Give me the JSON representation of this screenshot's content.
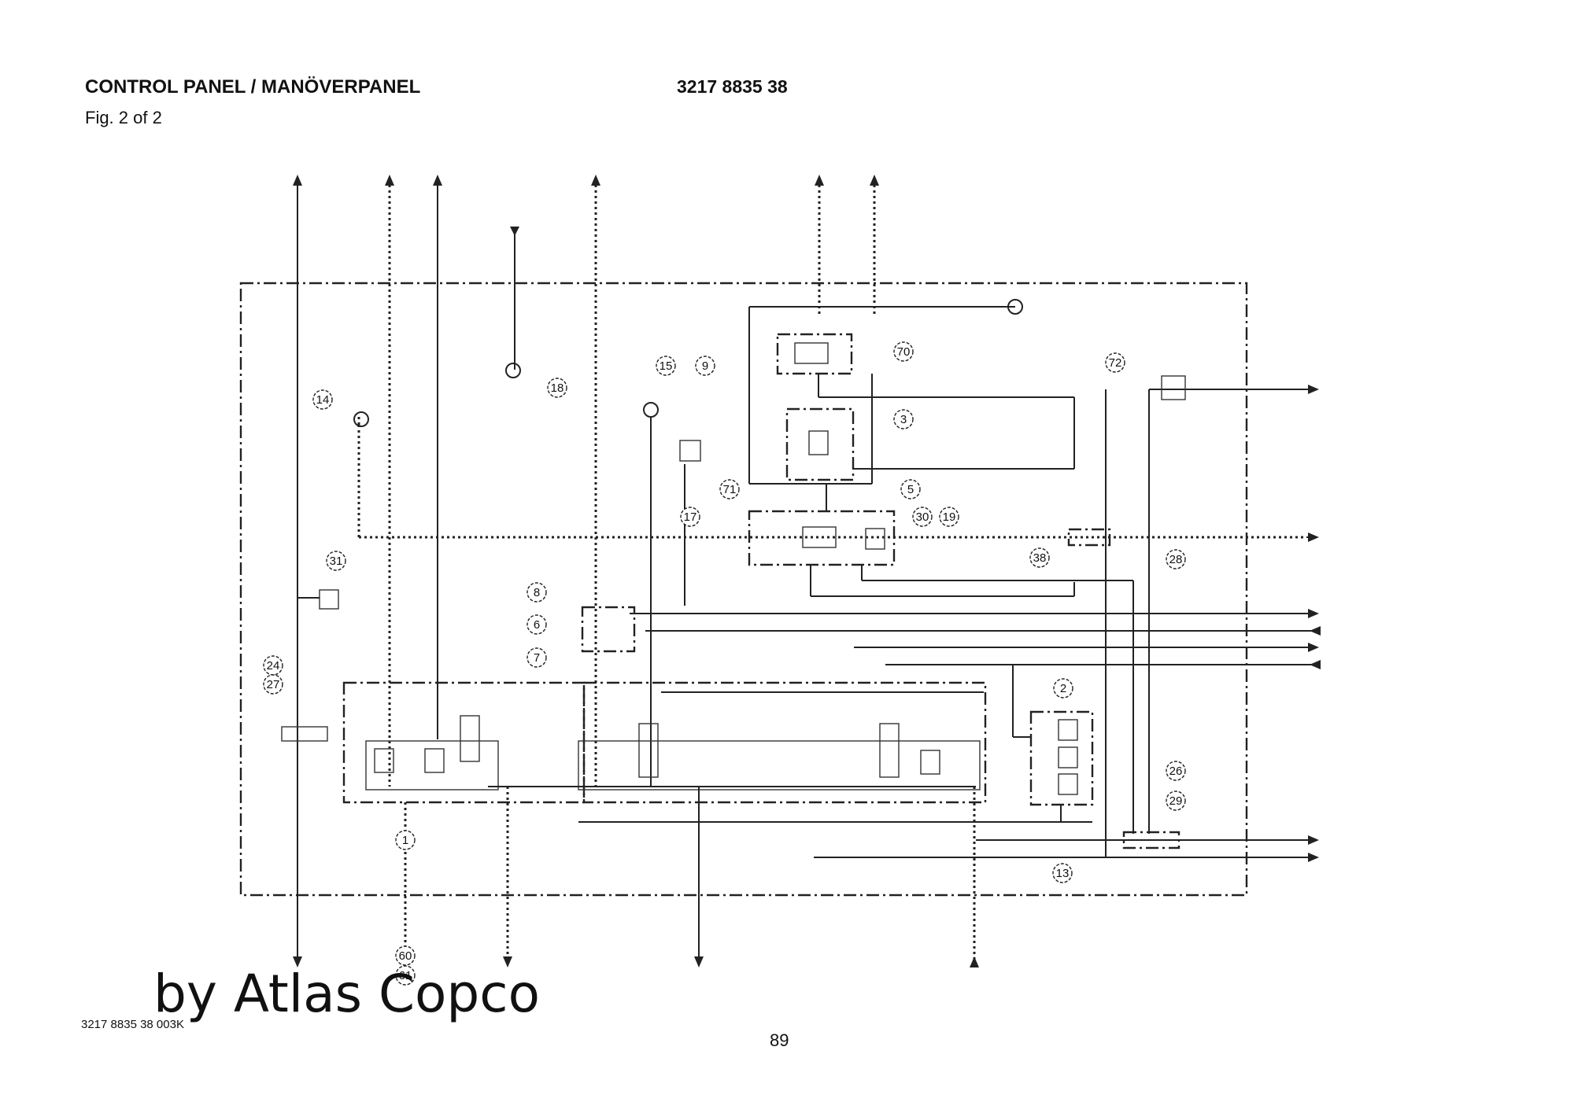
{
  "header": {
    "title": "CONTROL PANEL / MANÖVERPANEL",
    "figure": "Fig. 2 of 2",
    "part_number": "3217 8835 38"
  },
  "diagram": {
    "callouts": [
      "14",
      "18",
      "15",
      "9",
      "70",
      "3",
      "71",
      "17",
      "5",
      "30",
      "19",
      "72",
      "28",
      "38",
      "31",
      "8",
      "6",
      "7",
      "24",
      "27",
      "1",
      "2",
      "26",
      "29",
      "13",
      "60",
      "61"
    ]
  },
  "watermark": "by Atlas Copco",
  "footer": {
    "drawing_code": "3217 8835 38  003K",
    "page_number": "89"
  }
}
